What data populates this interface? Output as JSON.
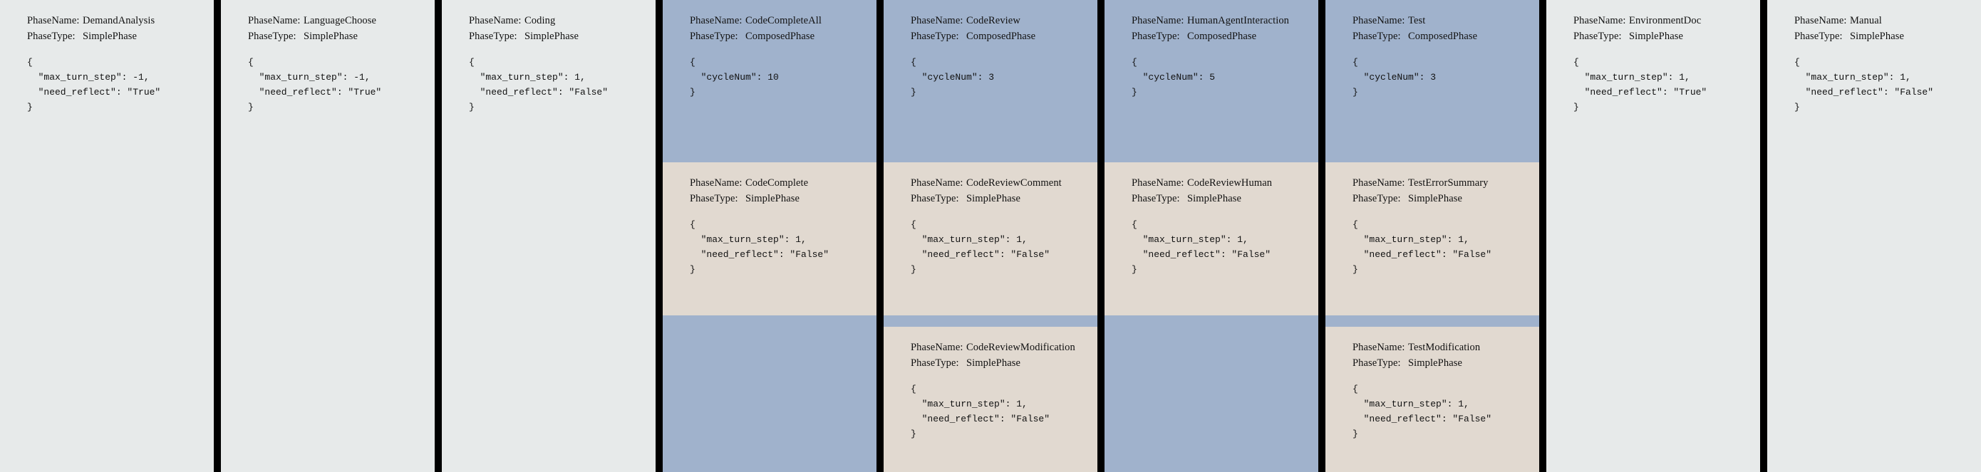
{
  "labels": {
    "phase_name_key": "PhaseName:",
    "phase_type_key": "PhaseType:"
  },
  "colors": {
    "background": "#000000",
    "simple_panel": "#e7eaea",
    "composed_header": "#a0b2cc",
    "composed_sub": "#e1d9d0",
    "text": "#111111"
  },
  "columns": [
    {
      "kind": "simple",
      "head": {
        "name": "DemandAnalysis",
        "type": "SimplePhase",
        "json": "{\n  \"max_turn_step\": -1,\n  \"need_reflect\": \"True\"\n}"
      },
      "subs": []
    },
    {
      "kind": "simple",
      "head": {
        "name": "LanguageChoose",
        "type": "SimplePhase",
        "json": "{\n  \"max_turn_step\": -1,\n  \"need_reflect\": \"True\"\n}"
      },
      "subs": []
    },
    {
      "kind": "simple",
      "head": {
        "name": "Coding",
        "type": "SimplePhase",
        "json": "{\n  \"max_turn_step\": 1,\n  \"need_reflect\": \"False\"\n}"
      },
      "subs": []
    },
    {
      "kind": "composed",
      "head": {
        "name": "CodeCompleteAll",
        "type": "ComposedPhase",
        "json": "{\n  \"cycleNum\": 10\n}"
      },
      "subs": [
        {
          "name": "CodeComplete",
          "type": "SimplePhase",
          "json": "{\n  \"max_turn_step\": 1,\n  \"need_reflect\": \"False\"\n}"
        }
      ]
    },
    {
      "kind": "composed",
      "head": {
        "name": "CodeReview",
        "type": "ComposedPhase",
        "json": "{\n  \"cycleNum\": 3\n}"
      },
      "subs": [
        {
          "name": "CodeReviewComment",
          "type": "SimplePhase",
          "json": "{\n  \"max_turn_step\": 1,\n  \"need_reflect\": \"False\"\n}"
        },
        {
          "name": "CodeReviewModification",
          "type": "SimplePhase",
          "json": "{\n  \"max_turn_step\": 1,\n  \"need_reflect\": \"False\"\n}"
        }
      ]
    },
    {
      "kind": "composed",
      "head": {
        "name": "HumanAgentInteraction",
        "type": "ComposedPhase",
        "json": "{\n  \"cycleNum\": 5\n}"
      },
      "subs": [
        {
          "name": "CodeReviewHuman",
          "type": "SimplePhase",
          "json": "{\n  \"max_turn_step\": 1,\n  \"need_reflect\": \"False\"\n}"
        }
      ]
    },
    {
      "kind": "composed",
      "head": {
        "name": "Test",
        "type": "ComposedPhase",
        "json": "{\n  \"cycleNum\": 3\n}"
      },
      "subs": [
        {
          "name": "TestErrorSummary",
          "type": "SimplePhase",
          "json": "{\n  \"max_turn_step\": 1,\n  \"need_reflect\": \"False\"\n}"
        },
        {
          "name": "TestModification",
          "type": "SimplePhase",
          "json": "{\n  \"max_turn_step\": 1,\n  \"need_reflect\": \"False\"\n}"
        }
      ]
    },
    {
      "kind": "simple",
      "head": {
        "name": "EnvironmentDoc",
        "type": "SimplePhase",
        "json": "{\n  \"max_turn_step\": 1,\n  \"need_reflect\": \"True\"\n}"
      },
      "subs": []
    },
    {
      "kind": "simple",
      "head": {
        "name": "Manual",
        "type": "SimplePhase",
        "json": "{\n  \"max_turn_step\": 1,\n  \"need_reflect\": \"False\"\n}"
      },
      "subs": []
    }
  ]
}
